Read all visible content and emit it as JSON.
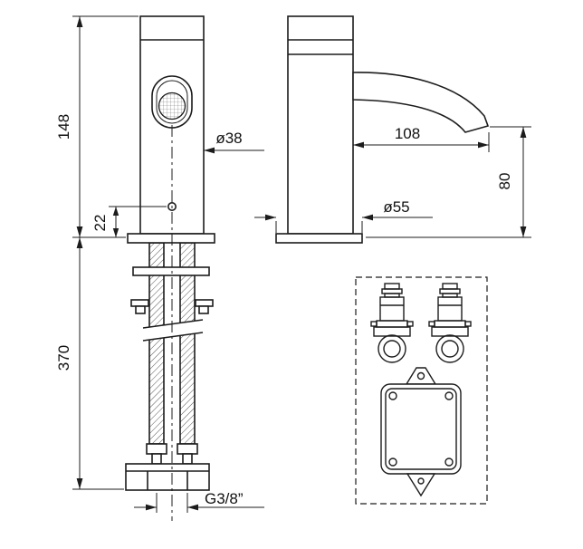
{
  "drawing": {
    "type": "technical-drawing",
    "subject": "sensor faucet with under-counter installation parts and control unit",
    "dims": {
      "total_height": "148",
      "sensor_offset": "22",
      "under_counter_length": "370",
      "body_diameter": "ø38",
      "spout_reach": "108",
      "spout_height": "80",
      "base_diameter": "ø55",
      "connection_thread": "G3/8”"
    },
    "line_color": "#1c1c1c",
    "background": "#ffffff"
  }
}
